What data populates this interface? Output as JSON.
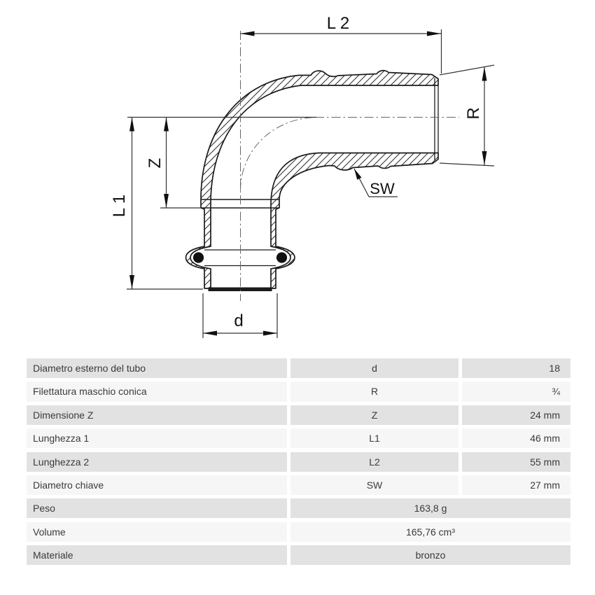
{
  "drawing": {
    "labels": {
      "l2": "L 2",
      "r": "R",
      "sw": "SW",
      "z": "Z",
      "l1": "L 1",
      "d": "d"
    }
  },
  "table": {
    "rows": [
      {
        "label": "Diametro esterno del tubo",
        "symbol": "d",
        "value": "18"
      },
      {
        "label": "Filettatura maschio conica",
        "symbol": "R",
        "value": "¾"
      },
      {
        "label": "Dimensione Z",
        "symbol": "Z",
        "value": "24 mm"
      },
      {
        "label": "Lunghezza 1",
        "symbol": "L1",
        "value": "46 mm"
      },
      {
        "label": "Lunghezza 2",
        "symbol": "L2",
        "value": "55 mm"
      },
      {
        "label": "Diametro chiave",
        "symbol": "SW",
        "value": "27 mm"
      },
      {
        "label": "Peso",
        "value": "163,8 g"
      },
      {
        "label": "Volume",
        "value": "165,76 cm³"
      },
      {
        "label": "Materiale",
        "value": "bronzo"
      }
    ]
  },
  "colors": {
    "row_dark": "#e2e2e2",
    "row_light": "#f6f6f6",
    "line": "#1a1a1a",
    "background": "#ffffff"
  }
}
